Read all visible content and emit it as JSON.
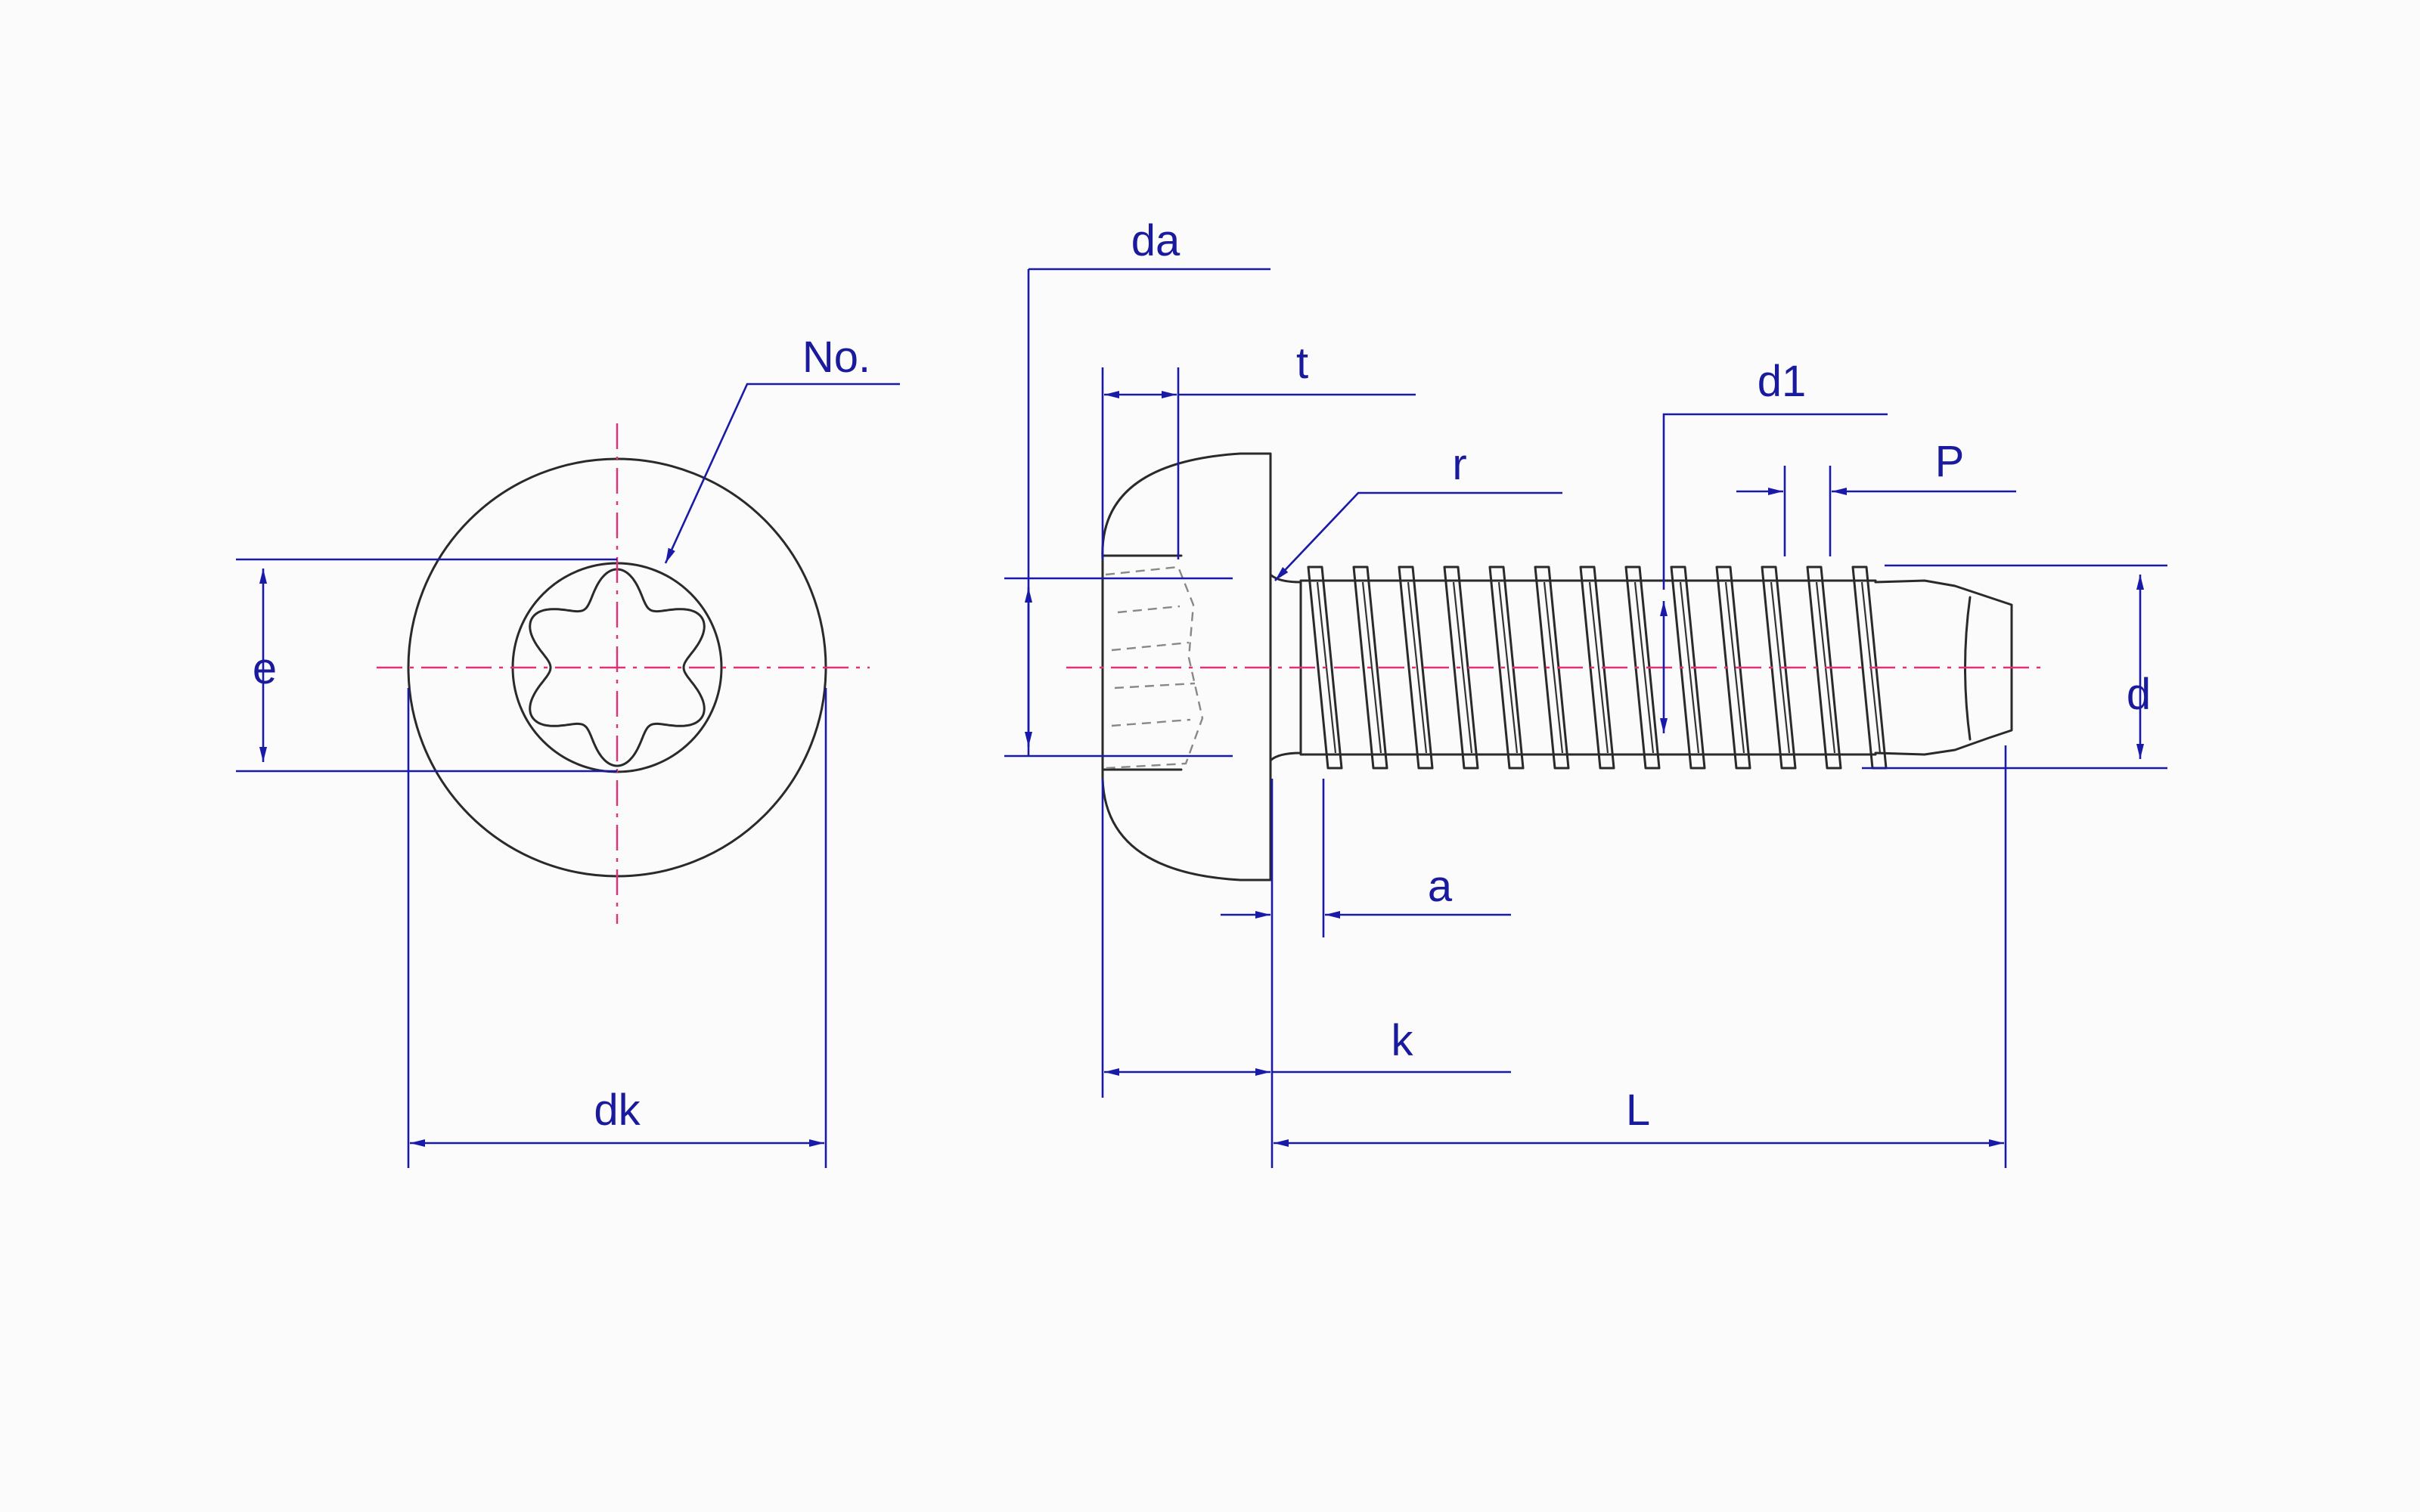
{
  "labels": {
    "no": "No.",
    "e": "e",
    "dk": "dk",
    "da": "da",
    "t": "t",
    "r": "r",
    "d1": "d1",
    "p": "P",
    "d": "d",
    "a": "a",
    "k": "k",
    "l": "L"
  },
  "colors": {
    "dimension": "#1a1aa8",
    "centerline": "#e0307a",
    "outline": "#2a2a2a",
    "background": "#fbfbfb"
  }
}
